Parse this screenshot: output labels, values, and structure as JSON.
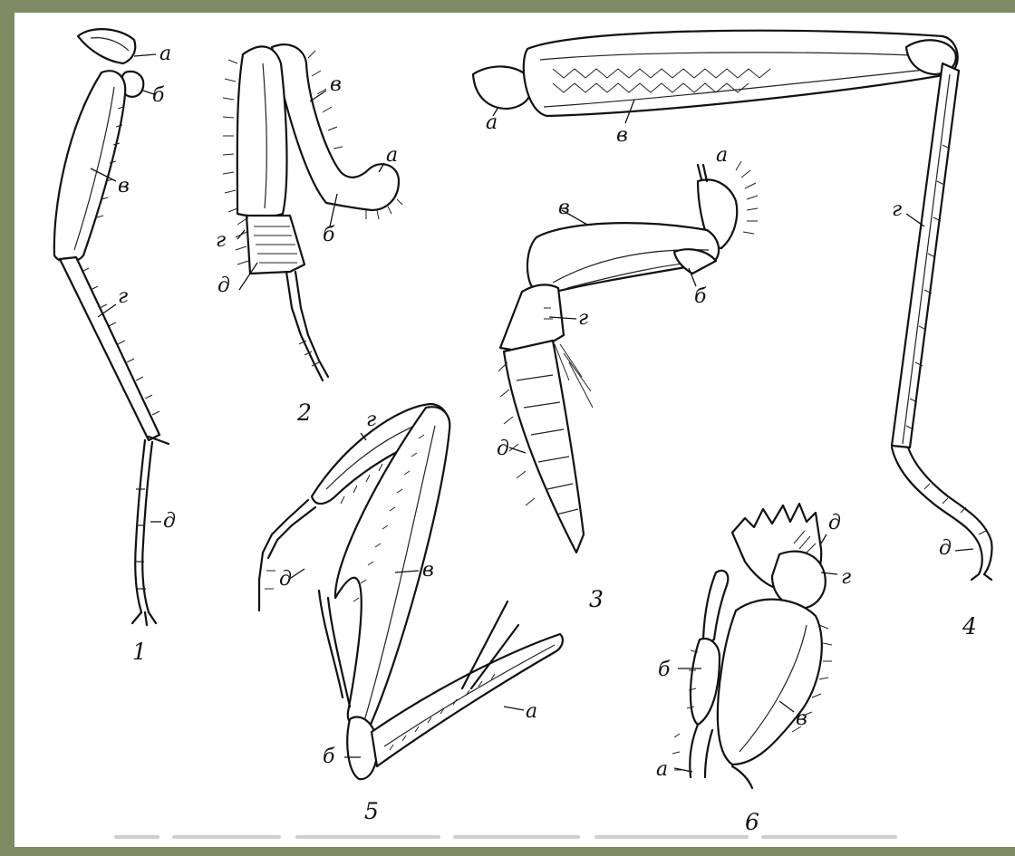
{
  "figure": {
    "panels": [
      {
        "number": "1",
        "labels": [
          "а",
          "б",
          "в",
          "г",
          "д"
        ]
      },
      {
        "number": "2",
        "labels": [
          "в",
          "а",
          "г",
          "б",
          "д"
        ]
      },
      {
        "number": "3",
        "labels": [
          "а",
          "в",
          "б",
          "г",
          "д"
        ]
      },
      {
        "number": "4",
        "labels": [
          "а",
          "в",
          "г",
          "д"
        ]
      },
      {
        "number": "5",
        "labels": [
          "г",
          "д",
          "в",
          "а",
          "б"
        ]
      },
      {
        "number": "6",
        "labels": [
          "д",
          "г",
          "б",
          "в",
          "а"
        ]
      }
    ],
    "colors": {
      "frame": "#7d8a62",
      "paper": "#ffffff",
      "ink": "#111111"
    }
  }
}
